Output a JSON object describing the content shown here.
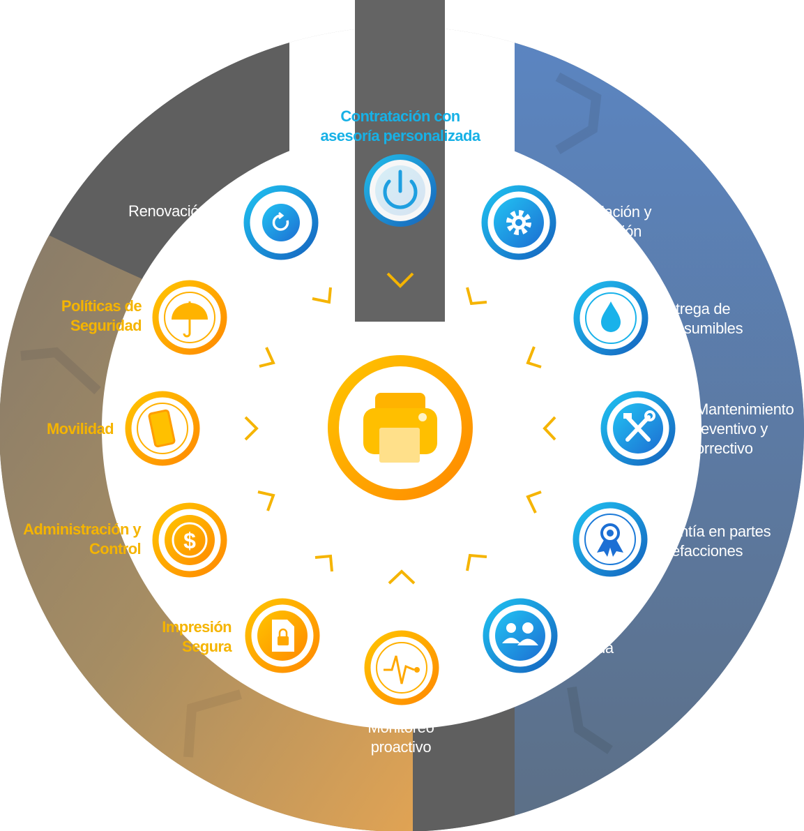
{
  "diagram": {
    "top_label": "Contratación con\nasesoría personalizada",
    "items": {
      "instalacion": "lación y\nración",
      "entrega": "ntrega de\nonsumibles",
      "mantenimiento": "Mantenimiento\nreventivo y\norrectivo",
      "garantia": "rantía en partes\nrefacciones",
      "mesa": "de\nda",
      "monitoreo": "Monitoreo\nproactivo",
      "impresion": "Impresión\nSegura",
      "administracion": "Administración y\nControl",
      "movilidad": "Movilidad",
      "politicas": "Políticas de\nSeguridad",
      "renovacion": "Renovació"
    },
    "icons": {
      "power": "power-icon",
      "refresh": "refresh-icon",
      "gear": "gear-icon",
      "drop": "water-drop-icon",
      "tools": "tools-icon",
      "award": "award-ribbon-icon",
      "users": "users-icon",
      "pulse": "heartbeat-icon",
      "secure_doc": "secure-document-icon",
      "dollar": "dollar-icon",
      "phone": "mobile-phone-icon",
      "umbrella": "umbrella-icon",
      "printer": "printer-icon"
    },
    "colors": {
      "ring_gray": "#5f5f5f",
      "ring_blue_top": "#5b86c4",
      "ring_blue_bottom": "#5c6f86",
      "ring_gold_top": "#8e8169",
      "ring_gold_bottom": "#dca255",
      "orange": "#f5b400",
      "orange_dark": "#ff8a00",
      "blue_light": "#1fb6ec",
      "blue_dark": "#1565c0"
    }
  }
}
